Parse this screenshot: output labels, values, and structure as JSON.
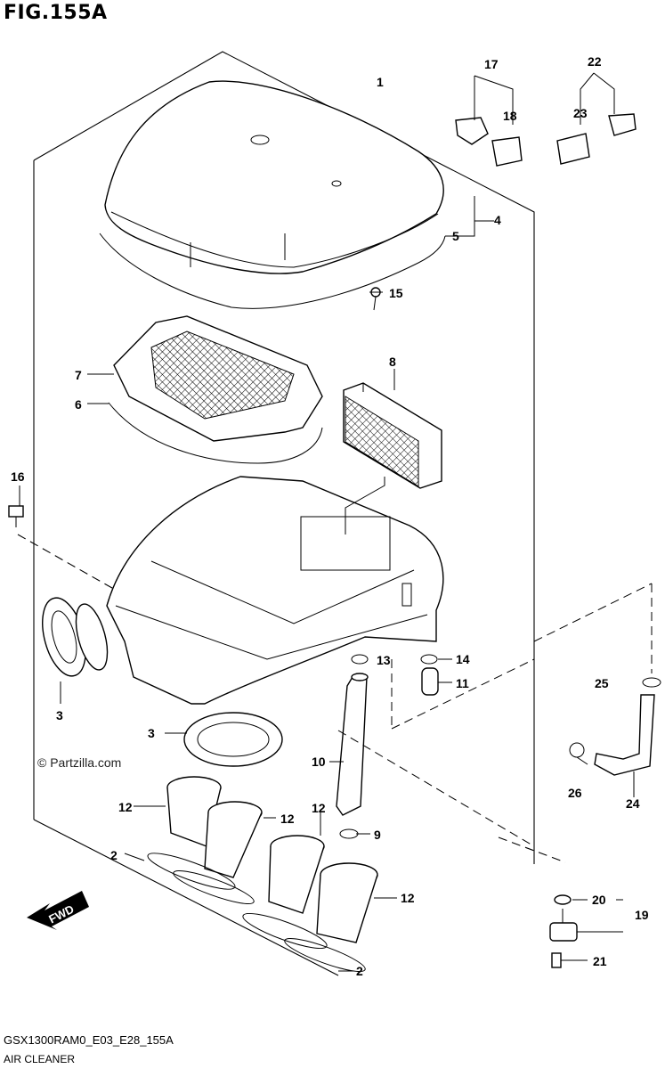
{
  "figure": {
    "title": "FIG.155A",
    "model_code": "GSX1300RAM0_E03_E28_155A",
    "section_name": "AIR CLEANER",
    "watermark": "© Partzilla.com",
    "fwd_label": "FWD"
  },
  "callouts": [
    {
      "id": "c1",
      "text": "1"
    },
    {
      "id": "c2a",
      "text": "2"
    },
    {
      "id": "c2b",
      "text": "2"
    },
    {
      "id": "c3a",
      "text": "3"
    },
    {
      "id": "c3b",
      "text": "3"
    },
    {
      "id": "c4",
      "text": "4"
    },
    {
      "id": "c5",
      "text": "5"
    },
    {
      "id": "c6",
      "text": "6"
    },
    {
      "id": "c7",
      "text": "7"
    },
    {
      "id": "c8",
      "text": "8"
    },
    {
      "id": "c9",
      "text": "9"
    },
    {
      "id": "c10",
      "text": "10"
    },
    {
      "id": "c11",
      "text": "11"
    },
    {
      "id": "c12a",
      "text": "12"
    },
    {
      "id": "c12b",
      "text": "12"
    },
    {
      "id": "c12c",
      "text": "12"
    },
    {
      "id": "c12d",
      "text": "12"
    },
    {
      "id": "c13",
      "text": "13"
    },
    {
      "id": "c14",
      "text": "14"
    },
    {
      "id": "c15",
      "text": "15"
    },
    {
      "id": "c16",
      "text": "16"
    },
    {
      "id": "c17",
      "text": "17"
    },
    {
      "id": "c18",
      "text": "18"
    },
    {
      "id": "c19",
      "text": "19"
    },
    {
      "id": "c20",
      "text": "20"
    },
    {
      "id": "c21",
      "text": "21"
    },
    {
      "id": "c22",
      "text": "22"
    },
    {
      "id": "c23",
      "text": "23"
    },
    {
      "id": "c24",
      "text": "24"
    },
    {
      "id": "c25",
      "text": "25"
    },
    {
      "id": "c26",
      "text": "26"
    }
  ]
}
